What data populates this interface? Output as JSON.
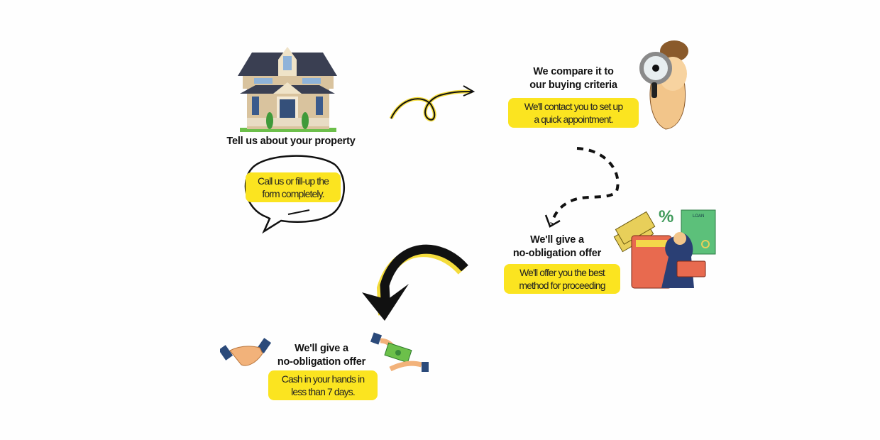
{
  "colors": {
    "highlight": "#fbe420",
    "ink": "#111111"
  },
  "steps": [
    {
      "title": "Tell us about your property",
      "detail": [
        "Call us or fill-up the",
        "form completely."
      ],
      "icon": "house-icon"
    },
    {
      "title": [
        "We compare it to",
        "our buying criteria"
      ],
      "detail": [
        "We'll contact you to set up",
        "a quick appointment."
      ],
      "icon": "magnifier-man-icon"
    },
    {
      "title": [
        "We'll give a",
        "no-obligation offer"
      ],
      "detail": [
        "We'll offer you the best",
        "method for proceeding"
      ],
      "icon": "loan-calculator-woman-icon",
      "illustration_text": {
        "doc": "LOAN",
        "percent": "%"
      }
    },
    {
      "title": [
        "We'll give a",
        "no-obligation offer"
      ],
      "detail": [
        "Cash in your hands  in",
        "less than 7 days."
      ],
      "icon": "handshake-icon"
    }
  ]
}
